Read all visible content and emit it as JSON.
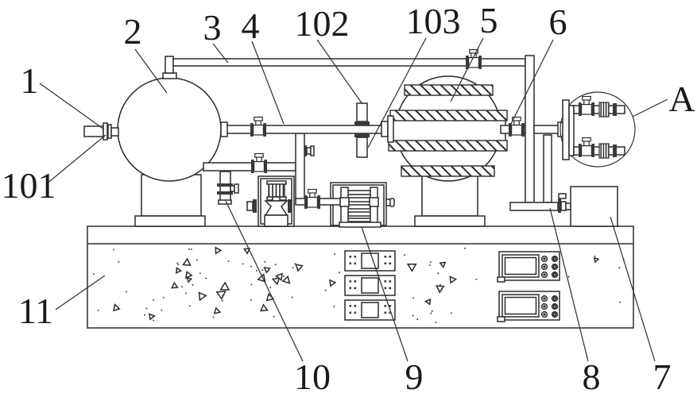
{
  "figure": {
    "type": "patent-technical-diagram",
    "colors": {
      "background": "#ffffff",
      "line": "#2b2b2b",
      "label": "#1a1a1a"
    },
    "reference_labels": [
      {
        "ref": "1"
      },
      {
        "ref": "2"
      },
      {
        "ref": "3"
      },
      {
        "ref": "4"
      },
      {
        "ref": "102"
      },
      {
        "ref": "103"
      },
      {
        "ref": "5"
      },
      {
        "ref": "6"
      },
      {
        "ref": "A"
      },
      {
        "ref": "101"
      },
      {
        "ref": "11"
      },
      {
        "ref": "10"
      },
      {
        "ref": "9"
      },
      {
        "ref": "8"
      },
      {
        "ref": "7"
      }
    ]
  }
}
